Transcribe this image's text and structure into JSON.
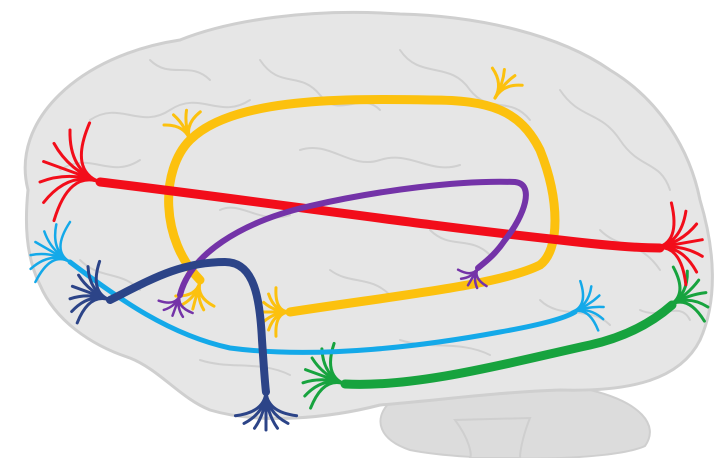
{
  "figure": {
    "subject": "brain-white-matter-tracts-lateral-view",
    "background_color": "#ffffff",
    "brain_fill": "#e6e6e6",
    "brain_outline": "#cfcfcf",
    "gyri_line": "#d0d0d0",
    "cerebellum_fill": "#dcdcdc"
  },
  "tracts": [
    {
      "id": "tract-red",
      "color": "#f20d1a"
    },
    {
      "id": "tract-yellow",
      "color": "#fcc10e"
    },
    {
      "id": "tract-purple",
      "color": "#7433a8"
    },
    {
      "id": "tract-blue",
      "color": "#14a9e9"
    },
    {
      "id": "tract-navy",
      "color": "#2c4488"
    },
    {
      "id": "tract-green",
      "color": "#17a33e"
    }
  ]
}
